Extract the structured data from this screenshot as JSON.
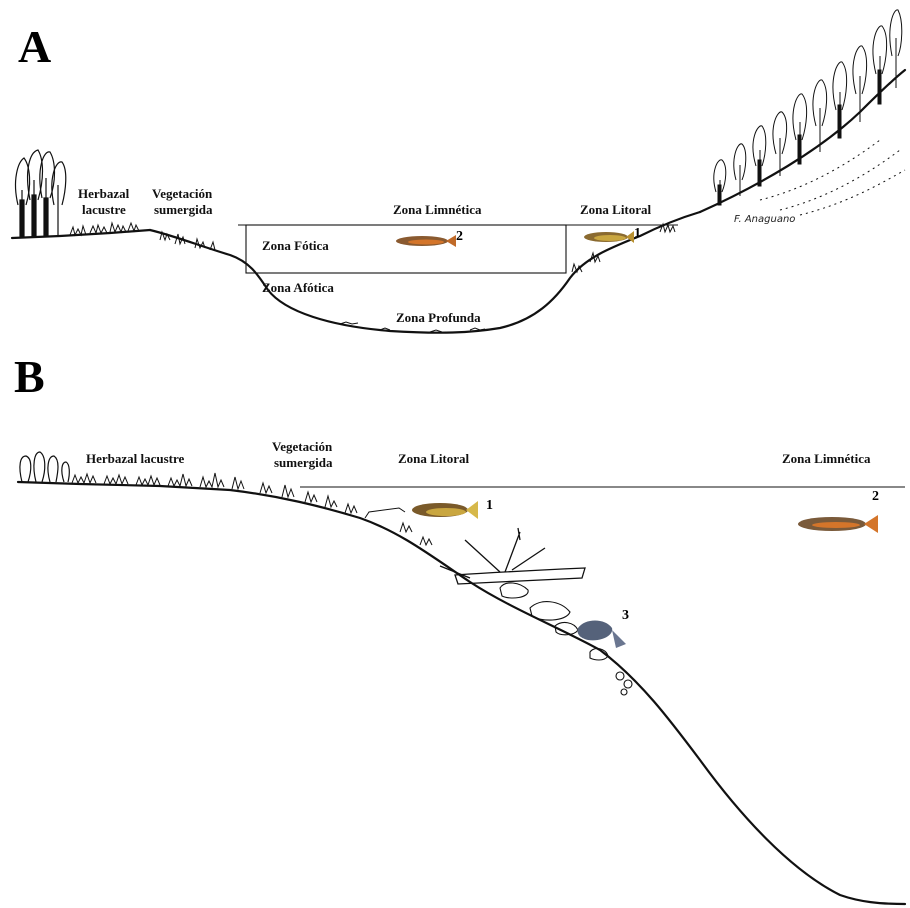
{
  "panel_a": {
    "letter": "A",
    "labels": {
      "herbazal_line1": "Herbazal",
      "herbazal_line2": "lacustre",
      "vegetacion_line1": "Vegetación",
      "vegetacion_line2": "sumergida",
      "zona_limnetica": "Zona Limnética",
      "zona_litoral": "Zona Litoral",
      "zona_fotica": "Zona Fótica",
      "zona_afotica": "Zona Afótica",
      "zona_profunda": "Zona Profunda"
    },
    "fish_numbers": {
      "fish_1": "1",
      "fish_2": "2"
    },
    "signature": "F. Anaguano"
  },
  "panel_b": {
    "letter": "B",
    "labels": {
      "herbazal": "Herbazal lacustre",
      "vegetacion_line1": "Vegetación",
      "vegetacion_line2": "sumergida",
      "zona_litoral": "Zona Litoral",
      "zona_limnetica": "Zona Limnética"
    },
    "fish_numbers": {
      "fish_1": "1",
      "fish_2": "2",
      "fish_3": "3"
    }
  },
  "colors": {
    "ink": "#111111",
    "fish_yellow": "#c9a640",
    "fish_orange": "#d4752a",
    "fish_blue": "#55627a"
  }
}
